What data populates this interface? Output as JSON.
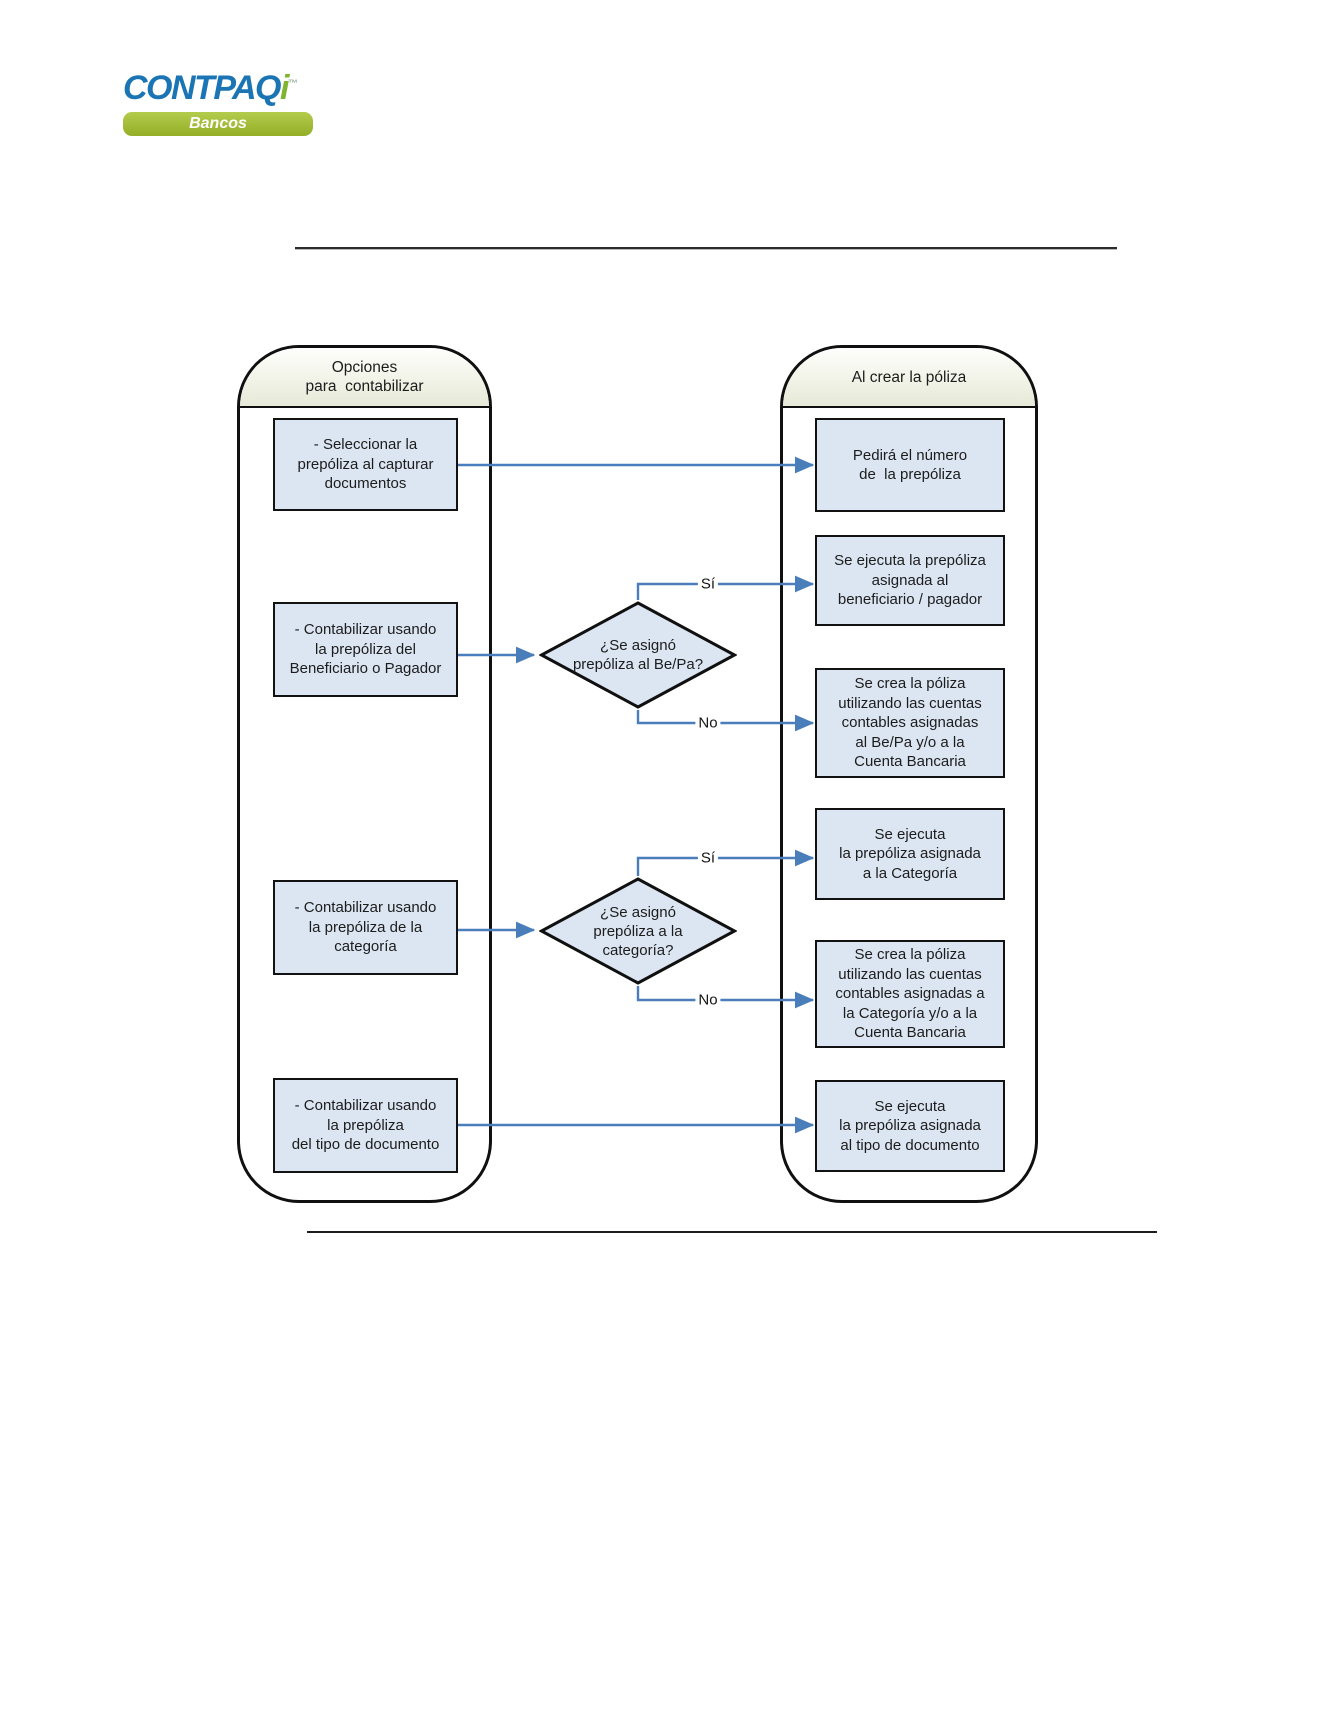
{
  "logo": {
    "brand": "CONTPAQ",
    "brand_i": "i",
    "trademark": "™",
    "product_badge": "Bancos"
  },
  "colors": {
    "connector_blue": "#4a7ebb",
    "node_fill": "#dce6f2",
    "node_border": "#101010",
    "logo_blue": "#1b74b3",
    "logo_green": "#93ae27"
  },
  "flowchart": {
    "left_lane": {
      "title": "Opciones\npara  contabilizar",
      "items": [
        "- Seleccionar la\nprepóliza al capturar\ndocumentos",
        "- Contabilizar usando\nla prepóliza del\nBeneficiario o Pagador",
        "- Contabilizar usando\nla prepóliza de la\ncategoría",
        "- Contabilizar usando\nla prepóliza\ndel tipo de documento"
      ]
    },
    "right_lane": {
      "title": "Al crear la póliza",
      "items": [
        "Pedirá el número\nde  la prepóliza",
        "Se ejecuta la prepóliza\nasignada al\nbeneficiario / pagador",
        "Se crea la póliza\nutilizando las cuentas\ncontables asignadas\nal Be/Pa y/o a la\nCuenta Bancaria",
        "Se ejecuta\nla prepóliza asignada\na la Categoría",
        "Se crea la póliza\nutilizando las cuentas\ncontables asignadas a\nla Categoría y/o a la\nCuenta Bancaria",
        "Se ejecuta\nla prepóliza asignada\nal tipo de documento"
      ]
    },
    "decisions": [
      {
        "question": "¿Se asignó\nprepóliza al Be/Pa?",
        "yes": "Sí",
        "no": "No"
      },
      {
        "question": "¿Se asignó\nprepóliza a la\ncategoría?",
        "yes": "Sí",
        "no": "No"
      }
    ]
  }
}
